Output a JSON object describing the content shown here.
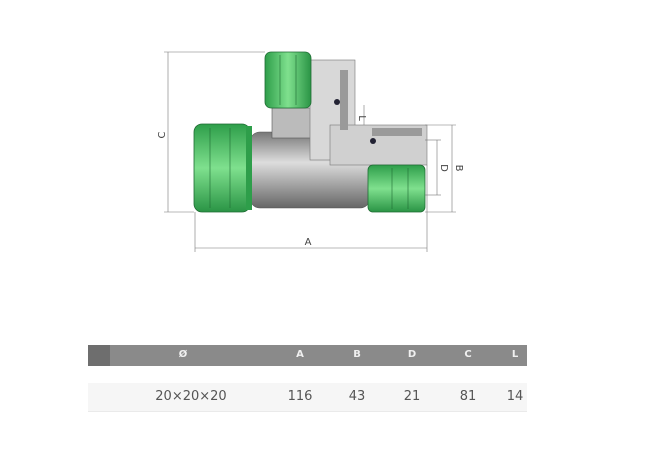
{
  "diagram": {
    "labels": {
      "A": "A",
      "B": "B",
      "C": "C",
      "D": "D",
      "L": "L"
    },
    "colors": {
      "green": "#3fbf5f",
      "grey": "#a8a8a8"
    }
  },
  "table": {
    "headers": [
      "Ø",
      "A",
      "B",
      "D",
      "C",
      "L"
    ],
    "rows": [
      [
        "20×20×20",
        "116",
        "43",
        "21",
        "81",
        "14"
      ]
    ]
  }
}
